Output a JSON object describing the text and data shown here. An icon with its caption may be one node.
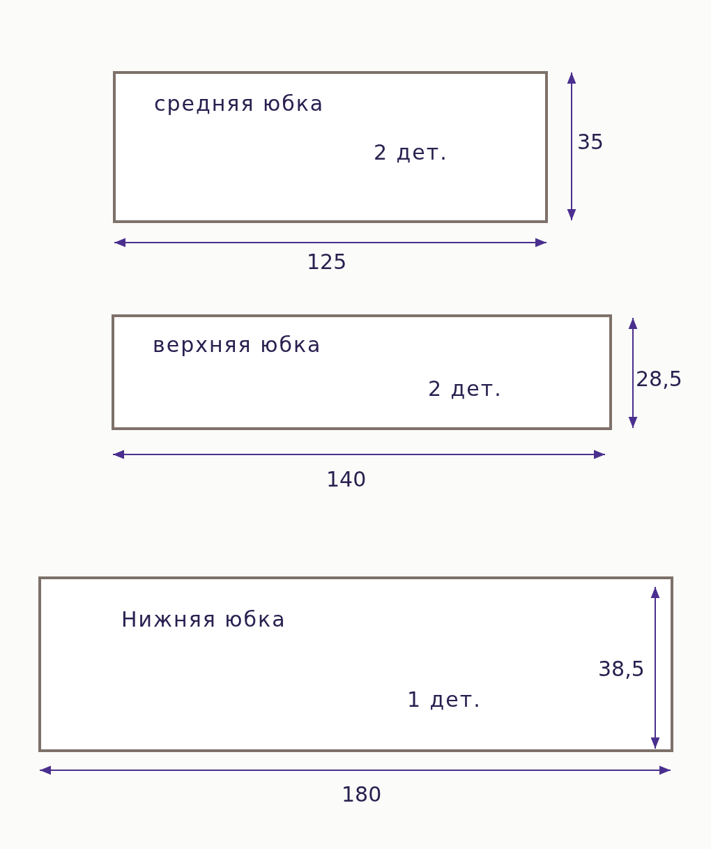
{
  "diagram": {
    "nodes": [
      {
        "text": [
          "средняя юбка",
          "2 дет."
        ]
      },
      {
        "text": [
          "верхняя юбка",
          "2 дет."
        ]
      },
      {
        "text": [
          "Нижняя юбка",
          "1 дет."
        ]
      }
    ],
    "labels": [
      "35",
      "125",
      "28,5",
      "140",
      "38,5",
      "180"
    ]
  }
}
